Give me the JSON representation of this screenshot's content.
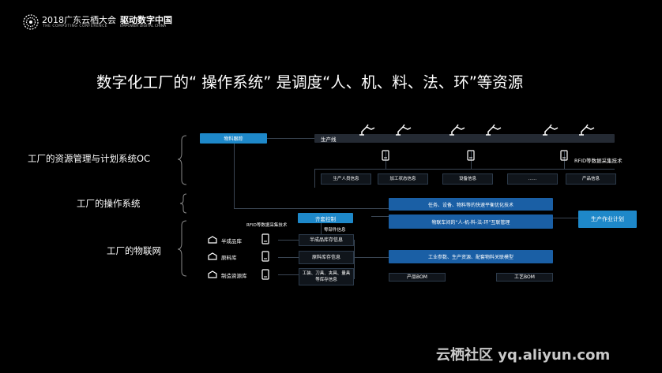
{
  "header": {
    "conference_title": "2018广东云栖大会",
    "conference_sub": "THE COMPUTING CONFERENCE",
    "slogan_title": "驱动数字中国",
    "slogan_sub": "EMPOWER DIGITAL CHINA"
  },
  "headline": "数字化工厂的“ 操作系统” 是调度“人、机、料、法、环”等资源",
  "left_labels": {
    "oc": "工厂的资源管理与计划系统OC",
    "os": "工厂的操作系统",
    "iot": "工厂的物联网"
  },
  "top_section": {
    "material_tracking": "物料跟踪",
    "production_line": "生产线",
    "rfid_label": "RFID等数据采集技术",
    "info_boxes": [
      "生产人员信息",
      "加工状态信息",
      "设备信息",
      "……",
      "产品信息"
    ]
  },
  "middle_section": {
    "task_box": "任务、设备、物料等的快速平衡优化技术",
    "interconnect_box": "物联车间的“人-机-料-法-环”互联管理",
    "plan_box": "生产作业计划",
    "kitting_control": "齐套控制",
    "rfid_label": "RFID等数据采集技术",
    "parts_info": "零部件信息"
  },
  "bottom_section": {
    "warehouses": [
      "半成品库",
      "原料库",
      "制造资源库"
    ],
    "stock_boxes": [
      "半成品库存信息",
      "原料库存信息",
      "工装、刀具、夹具、量具等库存信息"
    ],
    "model_box": "工业参数、生产资源、配套物料关联模型",
    "product_bom": "产品BOM",
    "process_bom": "工艺BOM"
  },
  "watermark": "云栖社区 yq.aliyun.com",
  "colors": {
    "accent_blue": "#1e88c9",
    "dark_blue": "#1a5fa5",
    "box_dark": "#242a33",
    "background": "#000000"
  }
}
